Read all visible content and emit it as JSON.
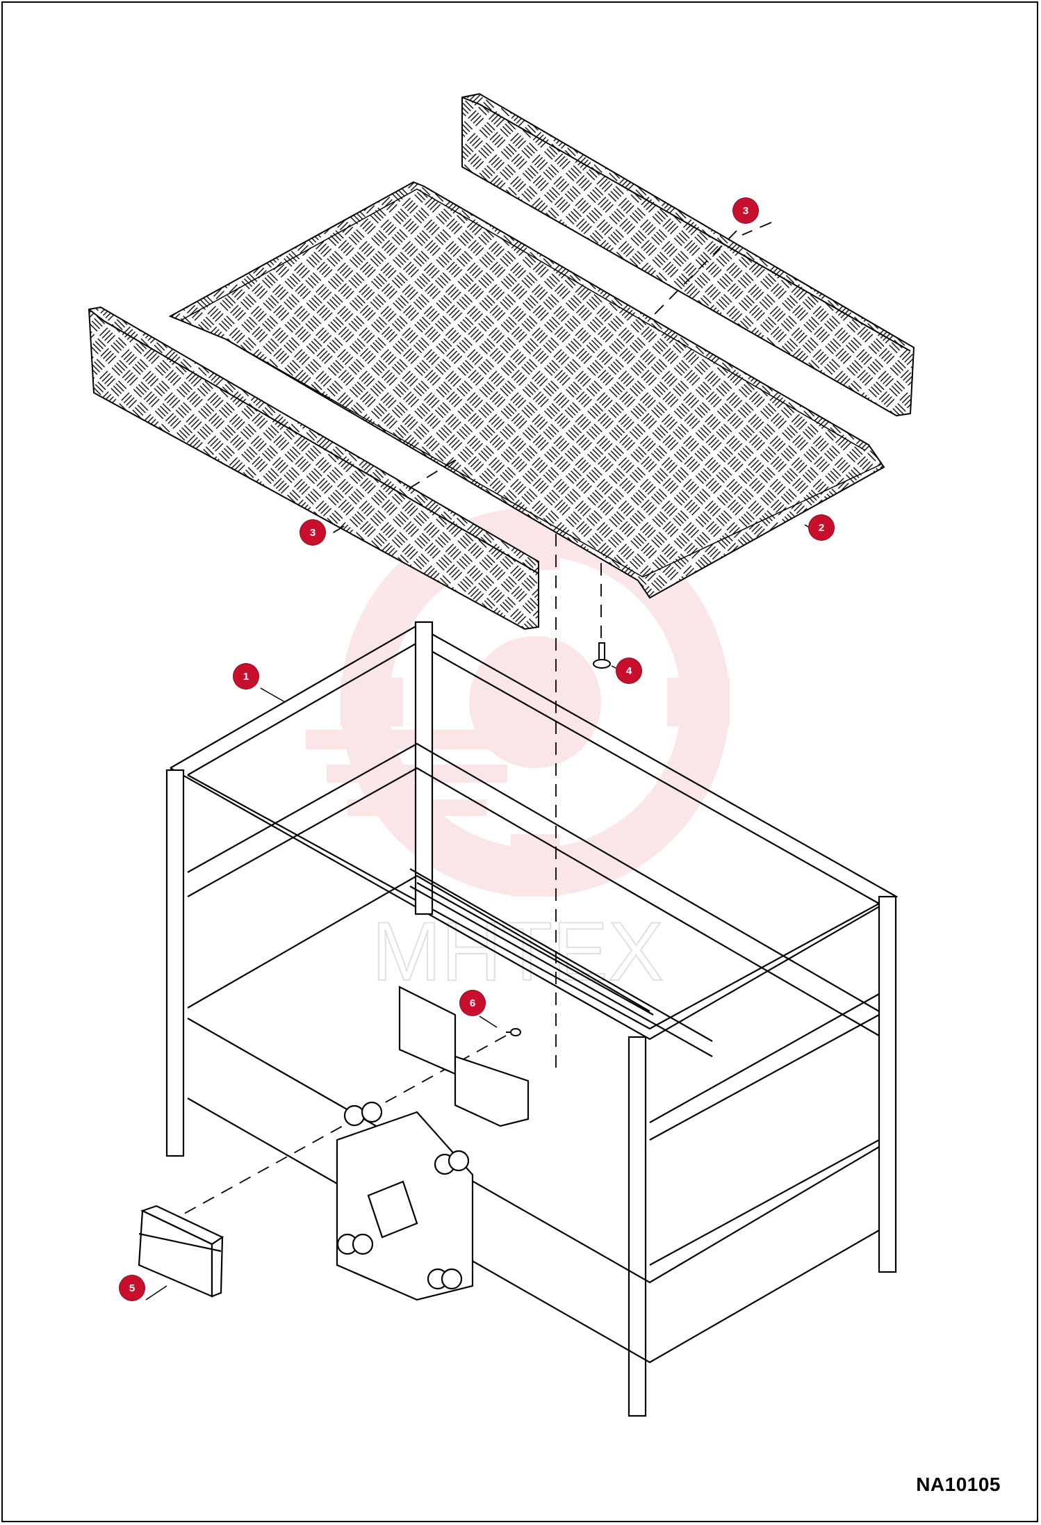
{
  "diagram": {
    "drawing_number": "NA10105",
    "callouts": [
      "1",
      "2",
      "3",
      "3",
      "4",
      "5",
      "6"
    ],
    "watermark_text": "MHTEX"
  },
  "colors": {
    "callout": "#c8102e",
    "line": "#000000",
    "watermark": "#f6b9bd"
  }
}
